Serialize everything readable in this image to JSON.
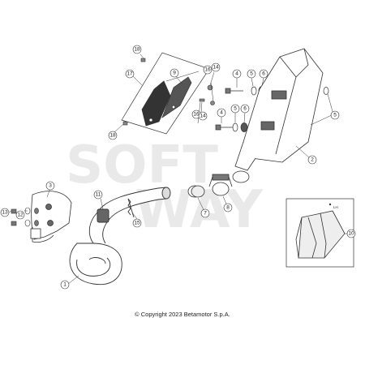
{
  "diagram": {
    "watermark_line1": "SOFT",
    "watermark_line2": "WAY",
    "copyright": "© Copyright 2023 Betamotor S.p.A.",
    "small_tag": "LH",
    "callouts": {
      "c1": "1",
      "c2": "2",
      "c3": "3",
      "c4a": "4",
      "c4b": "4",
      "c5a": "5",
      "c5b": "5",
      "c5c": "5",
      "c6a": "6",
      "c6b": "6",
      "c7": "7",
      "c8": "8",
      "c9": "9",
      "c10": "10",
      "c11": "11",
      "c12": "12",
      "c13": "13",
      "c14a": "14",
      "c14b": "14",
      "c15": "15",
      "c16a": "16",
      "c16b": "16",
      "c17": "17",
      "c18a": "18",
      "c18b": "18"
    }
  }
}
